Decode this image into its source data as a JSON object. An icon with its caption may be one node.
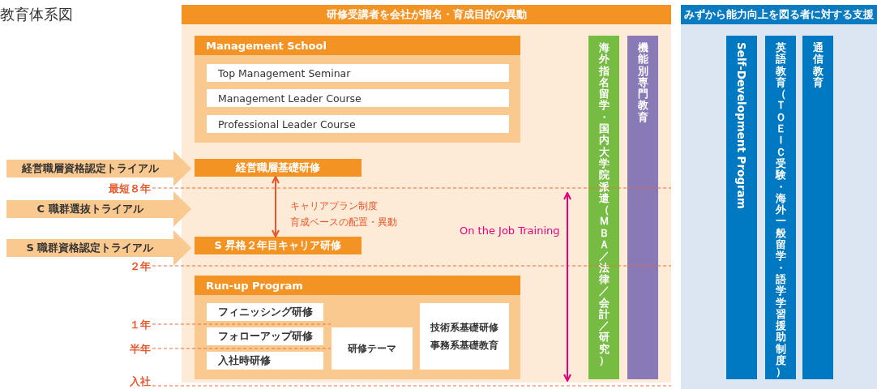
{
  "diagram": {
    "title": "教育体系図",
    "nodes": [
      {
        "text": [
          "研修受講者を会社が指名・育成目的の異動"
        ]
      },
      {
        "text": [
          "Management School"
        ],
        "in": 0
      },
      {
        "text": [
          "Top Management Seminar"
        ],
        "in": 1
      },
      {
        "text": [
          "Management Leader Course"
        ],
        "in": 1
      },
      {
        "text": [
          "Professional Leader Course"
        ],
        "in": 1
      },
      {
        "text": [
          "経営職層基礎研修"
        ],
        "in": 0
      },
      {
        "text": [
          "S 昇格２年目キャリア研修"
        ],
        "in": 0
      },
      {
        "text": [
          "Run-up Program"
        ],
        "in": 0
      },
      {
        "text": [
          "フィニッシング研修"
        ],
        "in": 7
      },
      {
        "text": [
          "フォローアップ研修"
        ],
        "in": 7
      },
      {
        "text": [
          "入社時研修"
        ],
        "in": 7
      },
      {
        "text": [
          "研修テーマ"
        ],
        "in": 7
      },
      {
        "text": [
          "技術系基礎研修",
          "事務系基礎教育"
        ],
        "in": 7
      },
      {
        "text": [
          "海外指名留学・国内大学院派遣（ＭＢＡ／法律／会計／研究）"
        ],
        "in": 0
      },
      {
        "text": [
          "機能別専門教育"
        ],
        "in": 0
      },
      {
        "text": [
          "みずから能力向上を図る者に対する支援"
        ]
      },
      {
        "text": [
          "Self-Development Program"
        ],
        "in": 15
      },
      {
        "text": [
          "英語教育（ＴＯＥＩＣ受験・海外一般留学・語学学習援助制度）"
        ],
        "in": 15
      },
      {
        "text": [
          "通信教育"
        ],
        "in": 15
      },
      {
        "text": [
          "経営職層資格認定トライアル"
        ]
      },
      {
        "text": [
          "C 職群選抜トライアル"
        ]
      },
      {
        "text": [
          "S 職群資格認定トライアル"
        ]
      }
    ],
    "edges": [
      {
        "from": 5,
        "to": 6,
        "arrow": "both"
      }
    ],
    "labels": [
      "最短８年",
      "キャリアプラン制度",
      "育成ベースの配置・異動",
      "On the Job Training",
      "２年",
      "１年",
      "半年",
      "入社"
    ]
  }
}
